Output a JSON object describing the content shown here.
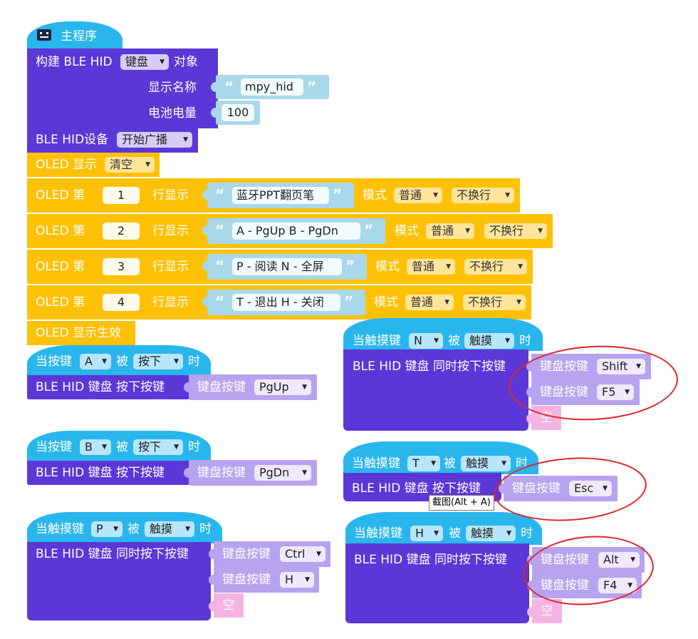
{
  "main": {
    "title": "主程序",
    "build_ble_hid": "构建 BLE HID",
    "device_type": "键盘",
    "object_label": "对象",
    "display_name_label": "显示名称",
    "display_name_value": "mpy_hid",
    "battery_label": "电池电量",
    "battery_value": "100",
    "ble_device_label": "BLE HID设备",
    "ble_device_action": "开始广播",
    "oled_show": "OLED 显示",
    "oled_clear": "清空",
    "oled_effect": "OLED 显示生效",
    "oled_rows": [
      {
        "di": "OLED 第",
        "row": "1",
        "row_show": "行显示",
        "text": "蓝牙PPT翻页笔",
        "mode_label": "模式",
        "mode": "普通",
        "wrap": "不换行"
      },
      {
        "di": "OLED 第",
        "row": "2",
        "row_show": "行显示",
        "text": "A - PgUp  B - PgDn",
        "mode_label": "模式",
        "mode": "普通",
        "wrap": "不换行"
      },
      {
        "di": "OLED 第",
        "row": "3",
        "row_show": "行显示",
        "text": "P - 阅读 N - 全屏",
        "mode_label": "模式",
        "mode": "普通",
        "wrap": "不换行"
      },
      {
        "di": "OLED 第",
        "row": "4",
        "row_show": "行显示",
        "text": "T - 退出 H - 关闭",
        "mode_label": "模式",
        "mode": "普通",
        "wrap": "不换行"
      }
    ]
  },
  "events": {
    "btnA": {
      "when": "当按键",
      "key": "A",
      "bei": "被",
      "action": "按下",
      "shi": "时",
      "body": "BLE HID 键盘 按下按键",
      "kb_label": "键盘按键",
      "kb_value": "PgUp"
    },
    "btnB": {
      "when": "当按键",
      "key": "B",
      "bei": "被",
      "action": "按下",
      "shi": "时",
      "body": "BLE HID 键盘 按下按键",
      "kb_label": "键盘按键",
      "kb_value": "PgDn"
    },
    "touchP": {
      "when": "当触摸键",
      "key": "P",
      "bei": "被",
      "action": "触摸",
      "shi": "时",
      "body": "BLE HID 键盘 同时按下按键",
      "kb_label": "键盘按键",
      "kb1": "Ctrl",
      "kb2": "H",
      "empty": "空"
    },
    "touchN": {
      "when": "当触摸键",
      "key": "N",
      "bei": "被",
      "action": "触摸",
      "shi": "时",
      "body": "BLE HID 键盘 同时按下按键",
      "kb_label": "键盘按键",
      "kb1": "Shift",
      "kb2": "F5",
      "empty": "空"
    },
    "touchT": {
      "when": "当触摸键",
      "key": "T",
      "bei": "被",
      "action": "触摸",
      "shi": "时",
      "body": "BLE HID 键盘 按下按键",
      "kb_label": "键盘按键",
      "kb_value": "Esc"
    },
    "touchH": {
      "when": "当触摸键",
      "key": "H",
      "bei": "被",
      "action": "触摸",
      "shi": "时",
      "body": "BLE HID 键盘 同时按下按键",
      "kb_label": "键盘按键",
      "kb1": "Alt",
      "kb2": "F4",
      "empty": "空"
    }
  },
  "tooltip": "截图(Alt + A)",
  "colors": {
    "event_blue": "#29b6ec",
    "ble_purple": "#5a37d6",
    "oled_yellow": "#fec106",
    "key_lavender": "#b7a3ef",
    "empty_pink": "#f5b3e3",
    "annotation_red": "#e0252b"
  },
  "icons": {
    "board": "microbit-board-icon"
  }
}
